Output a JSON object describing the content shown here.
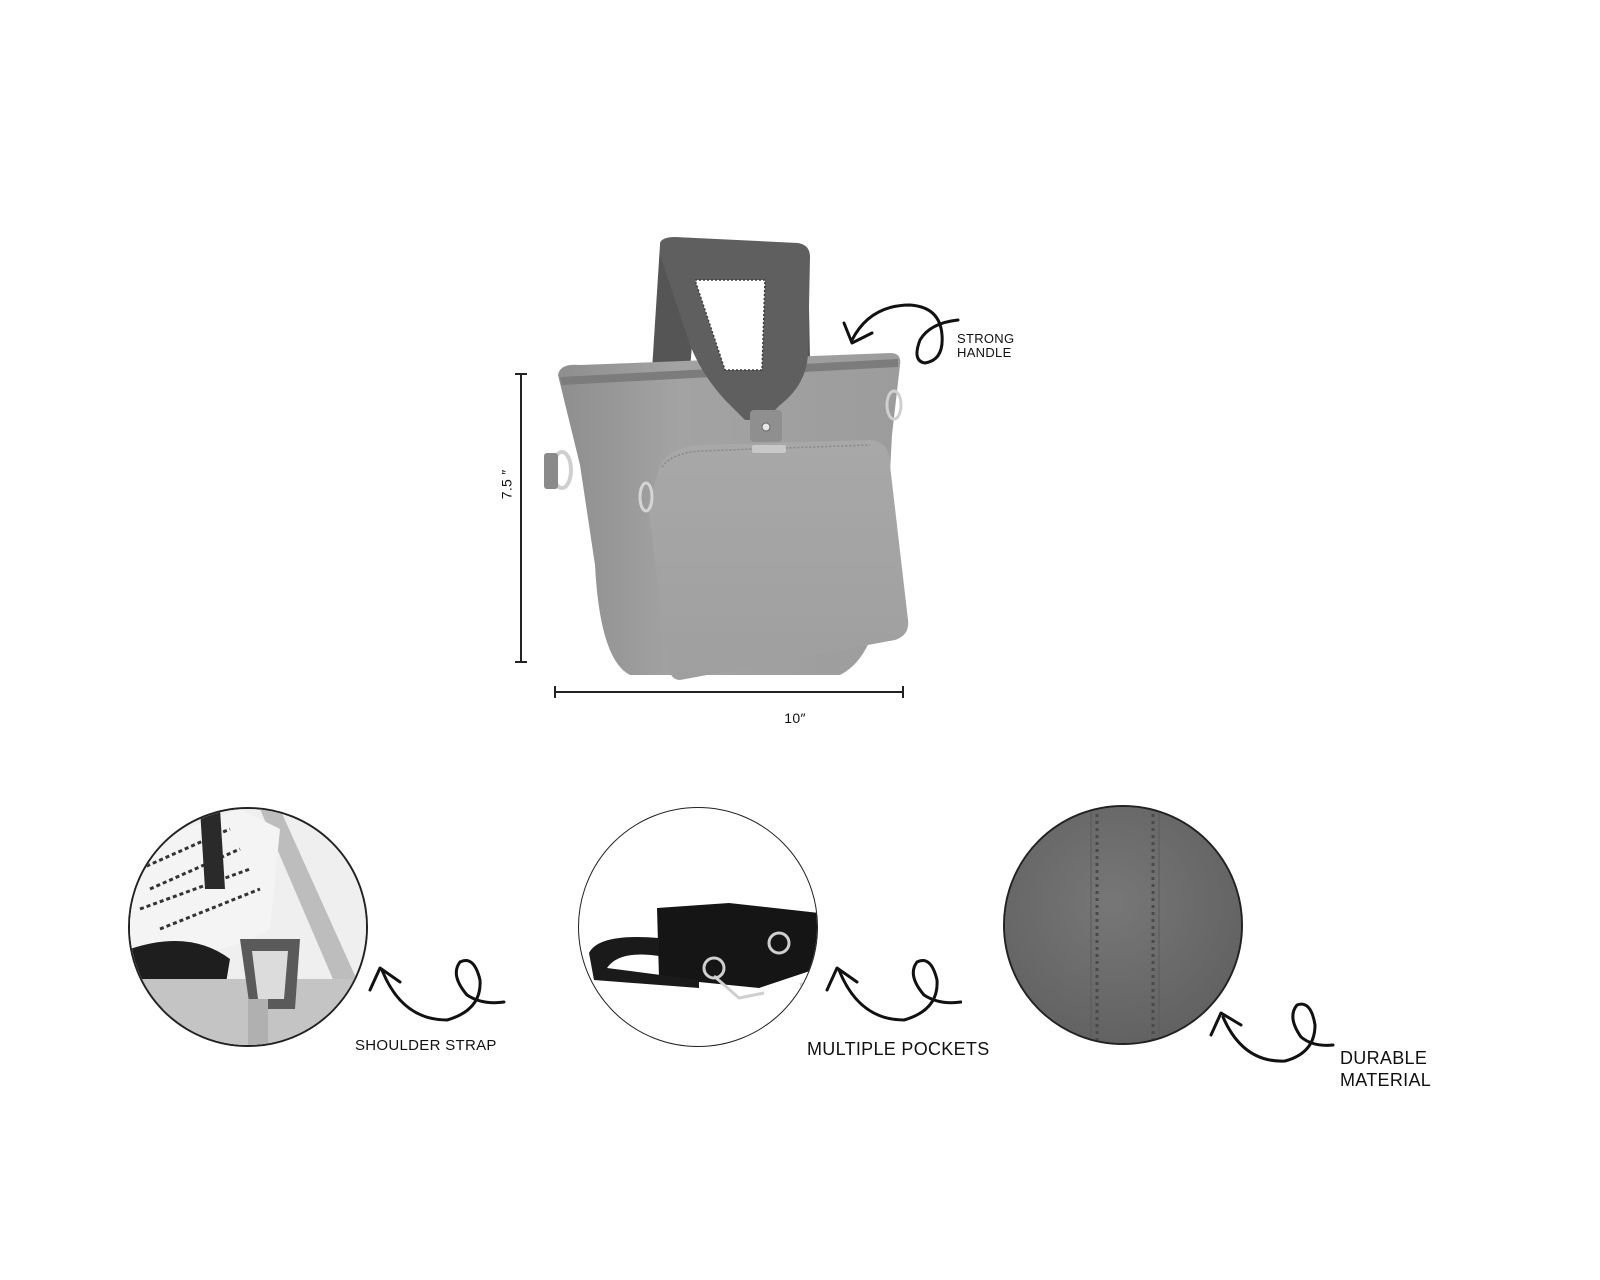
{
  "product": {
    "main_image_alt": "Grey handbag with detachable pouch",
    "dimensions": {
      "height_label": "7.5 ″",
      "width_label": "10″"
    },
    "callouts": {
      "handle": {
        "line1": "STRONG",
        "line2": "HANDLE"
      }
    }
  },
  "features": [
    {
      "label": "SHOULDER STRAP",
      "icon": "curly-arrow-icon"
    },
    {
      "label": "MULTIPLE POCKETS",
      "icon": "curly-arrow-icon"
    },
    {
      "label_line1": "DURABLE",
      "label_line2": "MATERIAL",
      "icon": "curly-arrow-icon"
    }
  ],
  "colors": {
    "background": "#ffffff",
    "bag_body": "#9a9a9a",
    "bag_handle": "#5e5e5e",
    "ink": "#111111",
    "leather_detail": "#6a6a6a",
    "pouch_black": "#141414"
  }
}
